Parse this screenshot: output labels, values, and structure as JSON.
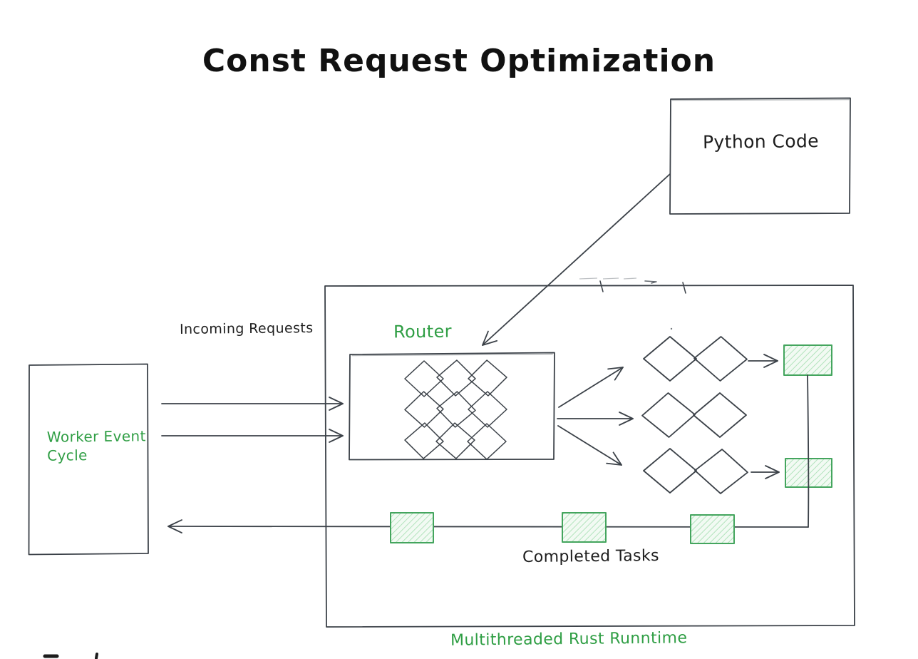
{
  "title": "Const Request Optimization",
  "colors": {
    "ink": "#3b4148",
    "text": "#1d1d1d",
    "green_text": "#2f9e44",
    "green_border": "#44a55e",
    "green_hatch": "#b2e3bc"
  },
  "nodes": {
    "python_code": {
      "label": "Python Code"
    },
    "worker_event_cycle": {
      "label": "Worker Event\nCycle"
    },
    "router": {
      "label": "Router"
    }
  },
  "flow_labels": {
    "incoming_requests": "Incoming Requests",
    "completed_tasks": "Completed Tasks",
    "runtime_caption": "Multithreaded Rust Runntime"
  },
  "structure": {
    "router_queue_grid": {
      "rows": 3,
      "cols": 3,
      "shape": "diamond"
    },
    "worker_lanes": {
      "count": 3,
      "diamonds_per_lane": 2
    },
    "completed_task_boxes": 5
  }
}
